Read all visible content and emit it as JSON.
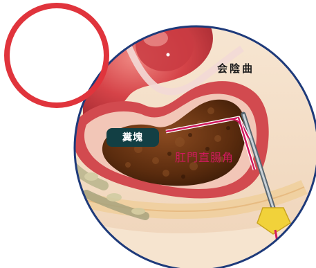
{
  "labels": {
    "perineum": "会陰曲",
    "fecal_mass": "糞塊",
    "anorectal_angle": "肛門直腸角"
  },
  "colors": {
    "skin": "#f3dcc4",
    "circle_outline": "#1e3a7a",
    "highlight_ring": "#e0343c",
    "rectal_wall": "#d24a4f",
    "stool": "#6b3512",
    "angle_line": "#d01a5e",
    "fecal_label_bg": "#123f44",
    "probe_tip": "#f1d23a"
  },
  "icons": [
    "highlight-ring-icon",
    "anal-probe-icon",
    "anorectal-angle-icon"
  ]
}
